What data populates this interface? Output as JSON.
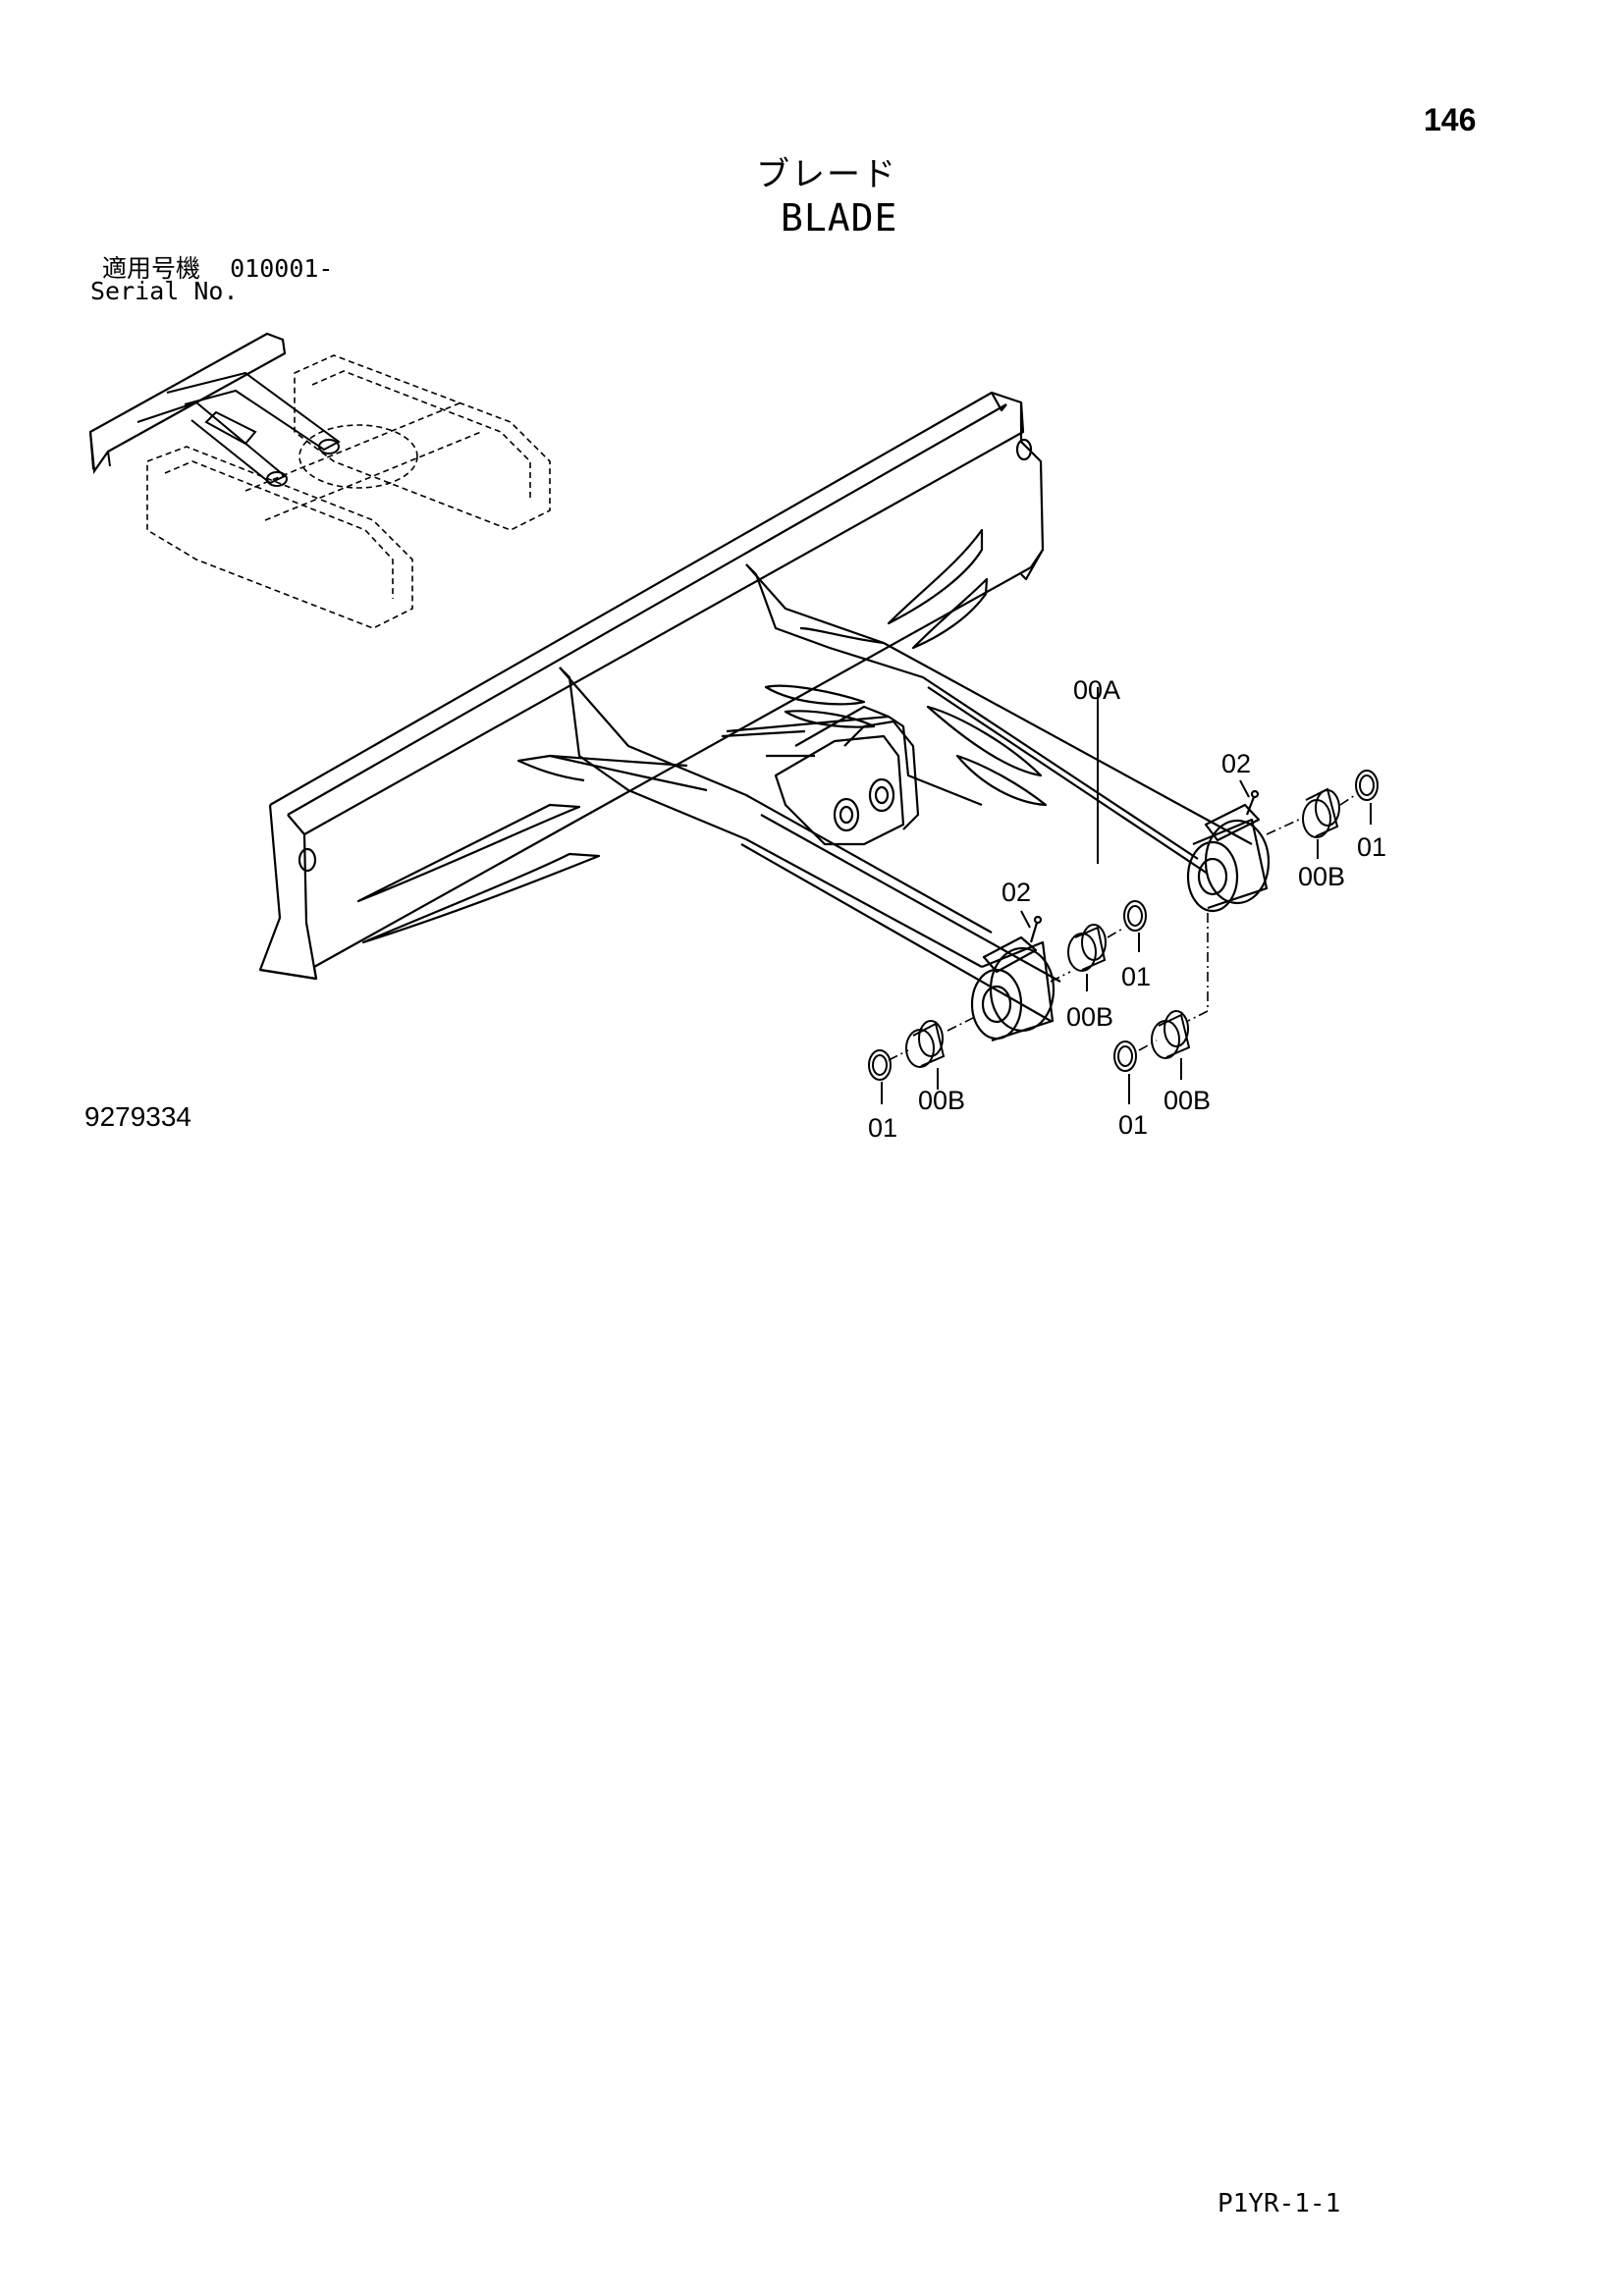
{
  "page_number": "146",
  "title": {
    "jp": "ブレード",
    "en": "BLADE"
  },
  "serial": {
    "jp_label": "適用号機",
    "range": "010001-",
    "en_label": "Serial No."
  },
  "callouts": [
    "00A",
    "02",
    "00B",
    "01",
    "02",
    "00B",
    "01",
    "00B",
    "01",
    "00B",
    "01"
  ],
  "drawing_number": "9279334",
  "page_code": "P1YR-1-1"
}
